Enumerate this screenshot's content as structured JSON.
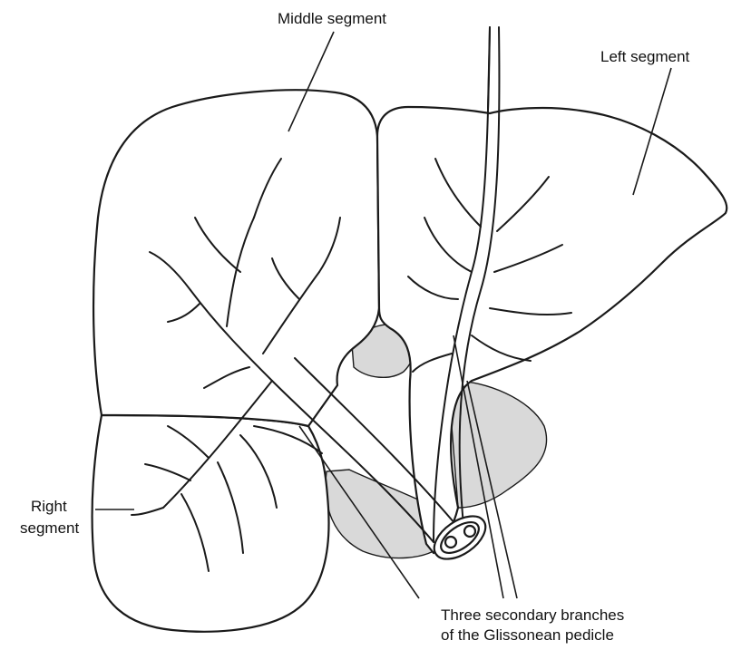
{
  "labels": {
    "middle_segment": "Middle segment",
    "left_segment": "Left segment",
    "right_segment_line1": "Right",
    "right_segment_line2": "segment",
    "branches_line1": "Three secondary branches",
    "branches_line2": "of the Glissonean pedicle"
  },
  "colors": {
    "outline": "#1a1a1a",
    "shaded_region": "#d9d9d9",
    "background": "#ffffff"
  }
}
